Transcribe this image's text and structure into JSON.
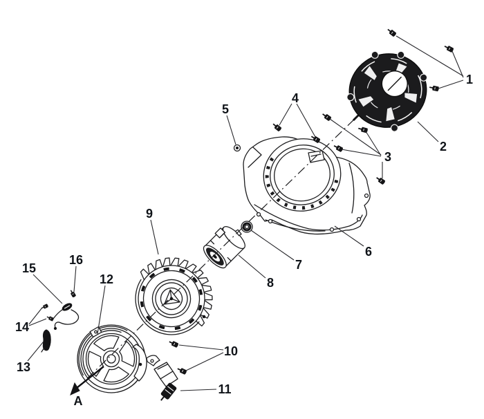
{
  "diagram": {
    "type": "exploded-parts-line-drawing",
    "background_color": "#ffffff",
    "line_color": "#1c1c1e",
    "label_color": "#0f1318",
    "callouts": [
      {
        "id": "c1",
        "label": "1"
      },
      {
        "id": "c2",
        "label": "2"
      },
      {
        "id": "c3",
        "label": "3"
      },
      {
        "id": "c4",
        "label": "4"
      },
      {
        "id": "c5",
        "label": "5"
      },
      {
        "id": "c6",
        "label": "6"
      },
      {
        "id": "c7",
        "label": "7"
      },
      {
        "id": "c8",
        "label": "8"
      },
      {
        "id": "c9",
        "label": "9"
      },
      {
        "id": "c10",
        "label": "10"
      },
      {
        "id": "c11",
        "label": "11"
      },
      {
        "id": "c12",
        "label": "12"
      },
      {
        "id": "c13",
        "label": "13"
      },
      {
        "id": "c14",
        "label": "14"
      },
      {
        "id": "c15",
        "label": "15"
      },
      {
        "id": "c16",
        "label": "16"
      }
    ],
    "axis_arrow_label": "A"
  }
}
